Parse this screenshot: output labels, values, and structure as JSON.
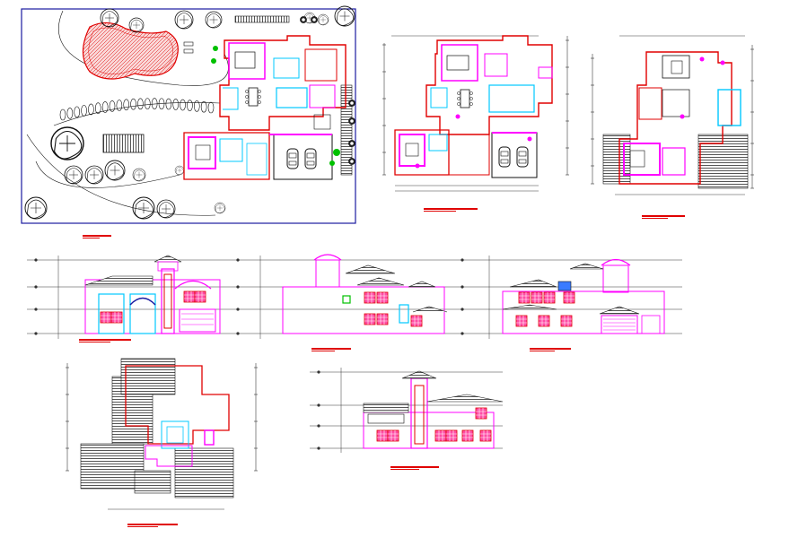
{
  "drawing": {
    "sheet_title": "",
    "views": [
      {
        "id": "site-plan",
        "kind": "site plan"
      },
      {
        "id": "ground-floor-plan",
        "kind": "floor plan"
      },
      {
        "id": "first-floor-plan",
        "kind": "floor plan"
      },
      {
        "id": "front-elevation",
        "kind": "elevation"
      },
      {
        "id": "side-elevation",
        "kind": "elevation"
      },
      {
        "id": "rear-elevation",
        "kind": "elevation"
      },
      {
        "id": "roof-plan",
        "kind": "roof plan"
      },
      {
        "id": "section",
        "kind": "elevation"
      }
    ]
  },
  "colors": {
    "background": "#ffffff",
    "border": "#1a1aa0",
    "wall_red": "#e00000",
    "wall_magenta": "#ff00ff",
    "glazing_cyan": "#00c8ff",
    "planting_green": "#00c000",
    "linework": "#111111",
    "pool_fill": "#f6c8c8",
    "roof_hatch": "#555555"
  },
  "icons": {
    "tree": "tree-icon",
    "car": "car-icon",
    "dining_table": "dining-table-icon",
    "bed": "bed-icon",
    "pool": "pool-icon",
    "pergola": "pergola-icon"
  }
}
